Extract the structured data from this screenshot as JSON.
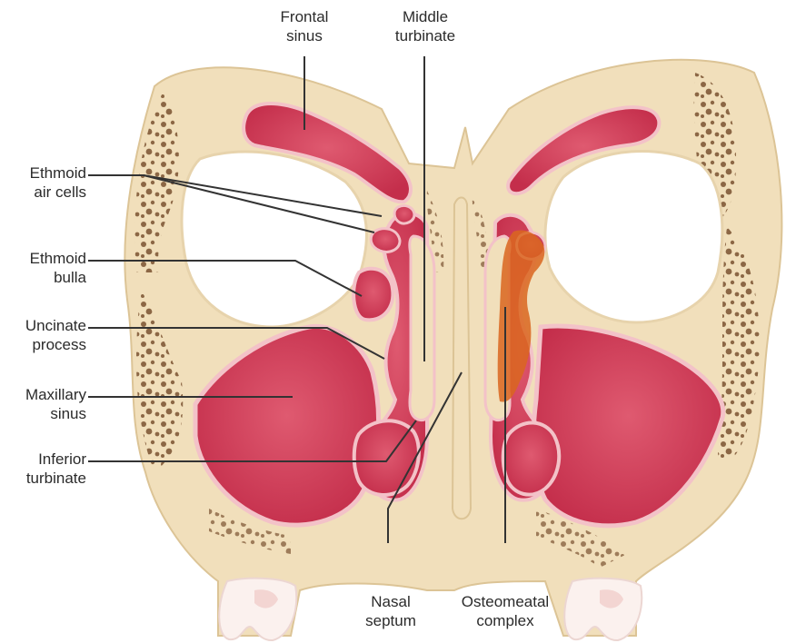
{
  "labels": {
    "frontal_sinus": [
      "Frontal",
      "sinus"
    ],
    "middle_turbinate": [
      "Middle",
      "turbinate"
    ],
    "ethmoid_air_cells": [
      "Ethmoid",
      "air cells"
    ],
    "ethmoid_bulla": [
      "Ethmoid",
      "bulla"
    ],
    "uncinate_process": [
      "Uncinate",
      "process"
    ],
    "maxillary_sinus": [
      "Maxillary",
      "sinus"
    ],
    "inferior_turbinate": [
      "Inferior",
      "turbinate"
    ],
    "nasal_septum": [
      "Nasal",
      "septum"
    ],
    "osteomeatal_complex": [
      "Osteomeatal",
      "complex"
    ]
  },
  "colors": {
    "bone": "#f1dfbb",
    "bone_edge": "#dcc496",
    "mucosa": "#d23a55",
    "mucosa_dark": "#b42a45",
    "mucosa_edge": "#f3c2c8",
    "marrow": "#7a5230",
    "highlight": "#d9661f",
    "leader": "#333333"
  }
}
